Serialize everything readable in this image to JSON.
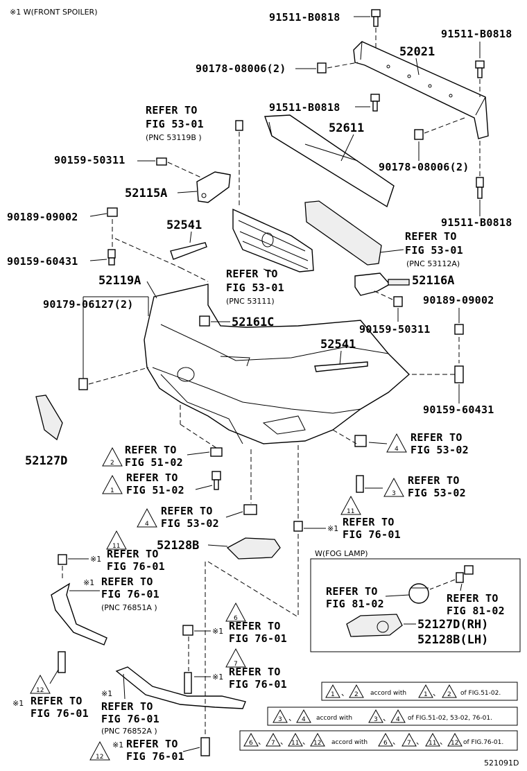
{
  "header_note": "※1 W(FRONT SPOILER)",
  "figure_id": "521091D",
  "parts": {
    "p52021": "52021",
    "p52611": "52611",
    "p52115a": "52115A",
    "p52541_upper": "52541",
    "p52541_lower": "52541",
    "p52119a": "52119A",
    "p52116a": "52116A",
    "p52161c": "52161C",
    "p52127d": "52127D",
    "p52128b": "52128B"
  },
  "fasteners": {
    "f_b0818_top": "91511-B0818",
    "f_b0818_right_top": "91511-B0818",
    "f_08006_left": "90178-08006(2)",
    "f_b0818_mid": "91511-B0818",
    "f_08006_right": "90178-08006(2)",
    "f_b0818_right_bottom": "91511-B0818",
    "f_50311_left": "90159-50311",
    "f_09002_left": "90189-09002",
    "f_60431_left": "90159-60431",
    "f_06127": "90179-06127(2)",
    "f_09002_right": "90189-09002",
    "f_50311_right": "90159-50311",
    "f_60431_right": "90159-60431"
  },
  "refs": {
    "r_53119b": [
      "REFER TO",
      "FIG 53-01",
      "(PNC 53119B )"
    ],
    "r_53111": [
      "REFER TO",
      "FIG 53-01",
      "(PNC 53111)"
    ],
    "r_53112a": [
      "REFER TO",
      "FIG 53-01",
      "(PNC 53112A)"
    ],
    "r2_5102": [
      "REFER TO",
      "FIG 51-02"
    ],
    "r1_5102": [
      "REFER TO",
      "FIG 51-02"
    ],
    "r4_5302_right": [
      "REFER TO",
      "FIG 53-02"
    ],
    "r3_5302": [
      "REFER TO",
      "FIG 53-02"
    ],
    "r4_5302_left": [
      "REFER TO",
      "FIG 53-02"
    ],
    "r11_7601_right": [
      "REFER TO",
      "FIG 76-01"
    ],
    "r11_7601_left": [
      "REFER TO",
      "FIG 76-01"
    ],
    "r_76851a": [
      "REFER TO",
      "FIG 76-01",
      "(PNC 76851A )"
    ],
    "r6_7601": [
      "REFER TO",
      "FIG 76-01"
    ],
    "r7_7601": [
      "REFER TO",
      "FIG 76-01"
    ],
    "r12_7601_left": [
      "REFER TO",
      "FIG 76-01"
    ],
    "r_76852a": [
      "REFER TO",
      "FIG 76-01",
      "(PNC 76852A )"
    ],
    "r12_7601_bottom": [
      "REFER TO",
      "FIG 76-01"
    ]
  },
  "markers": {
    "mark_1": "1",
    "mark_2": "2",
    "mark_3": "3",
    "mark_4": "4",
    "mark_6": "6",
    "mark_7": "7",
    "mark_11": "11",
    "mark_12": "12",
    "note_1": "※1"
  },
  "fog_lamp": {
    "title": "W(FOG LAMP)",
    "ref_left": [
      "REFER TO",
      "FIG 81-02"
    ],
    "ref_right": [
      "REFER TO",
      "FIG 81-02"
    ],
    "rh": "52127D(RH)",
    "lh": "52128B(LH)"
  },
  "legend": {
    "row1": {
      "accord": "accord with",
      "tail": "of FIG.51-02."
    },
    "row2": {
      "accord": "accord with",
      "tail": "of FIG.51-02, 53-02, 76-01."
    },
    "row3": {
      "accord": "accord with",
      "tail": "of FIG.76-01."
    }
  }
}
